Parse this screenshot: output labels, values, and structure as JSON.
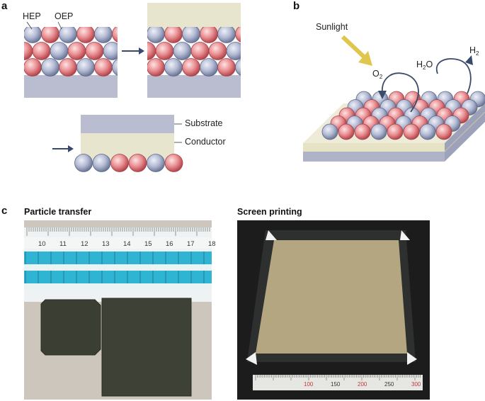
{
  "panels": {
    "a": {
      "letter": "a",
      "hep_label": "HEP",
      "oep_label": "OEP",
      "substrate_label": "Substrate",
      "conductor_label": "Conductor"
    },
    "b": {
      "letter": "b",
      "sunlight_label": "Sunlight",
      "o2_base": "O",
      "o2_sub": "2",
      "h2o_pre": "H",
      "h2o_sub": "2",
      "h2o_post": "O",
      "h2_base": "H",
      "h2_sub": "2"
    },
    "c": {
      "letter": "c",
      "left_title": "Particle transfer",
      "right_title": "Screen printing",
      "ruler_top_numbers": [
        "10",
        "11",
        "12",
        "13",
        "14",
        "15",
        "16",
        "17",
        "18"
      ],
      "ruler_scale_numbers": [
        "100",
        "150",
        "200",
        "250",
        "300"
      ]
    }
  },
  "colors": {
    "hep_particle": "#aeb6cf",
    "oep_particle": "#e48a8f",
    "substrate": "#b9bdcf",
    "conductor": "#e8e5cf",
    "arrow": "#3a4a6b",
    "sunlight_arrow": "#e0c64c",
    "photo_film": "#b3a680",
    "photo_bg_left": "#cfc8bf"
  }
}
